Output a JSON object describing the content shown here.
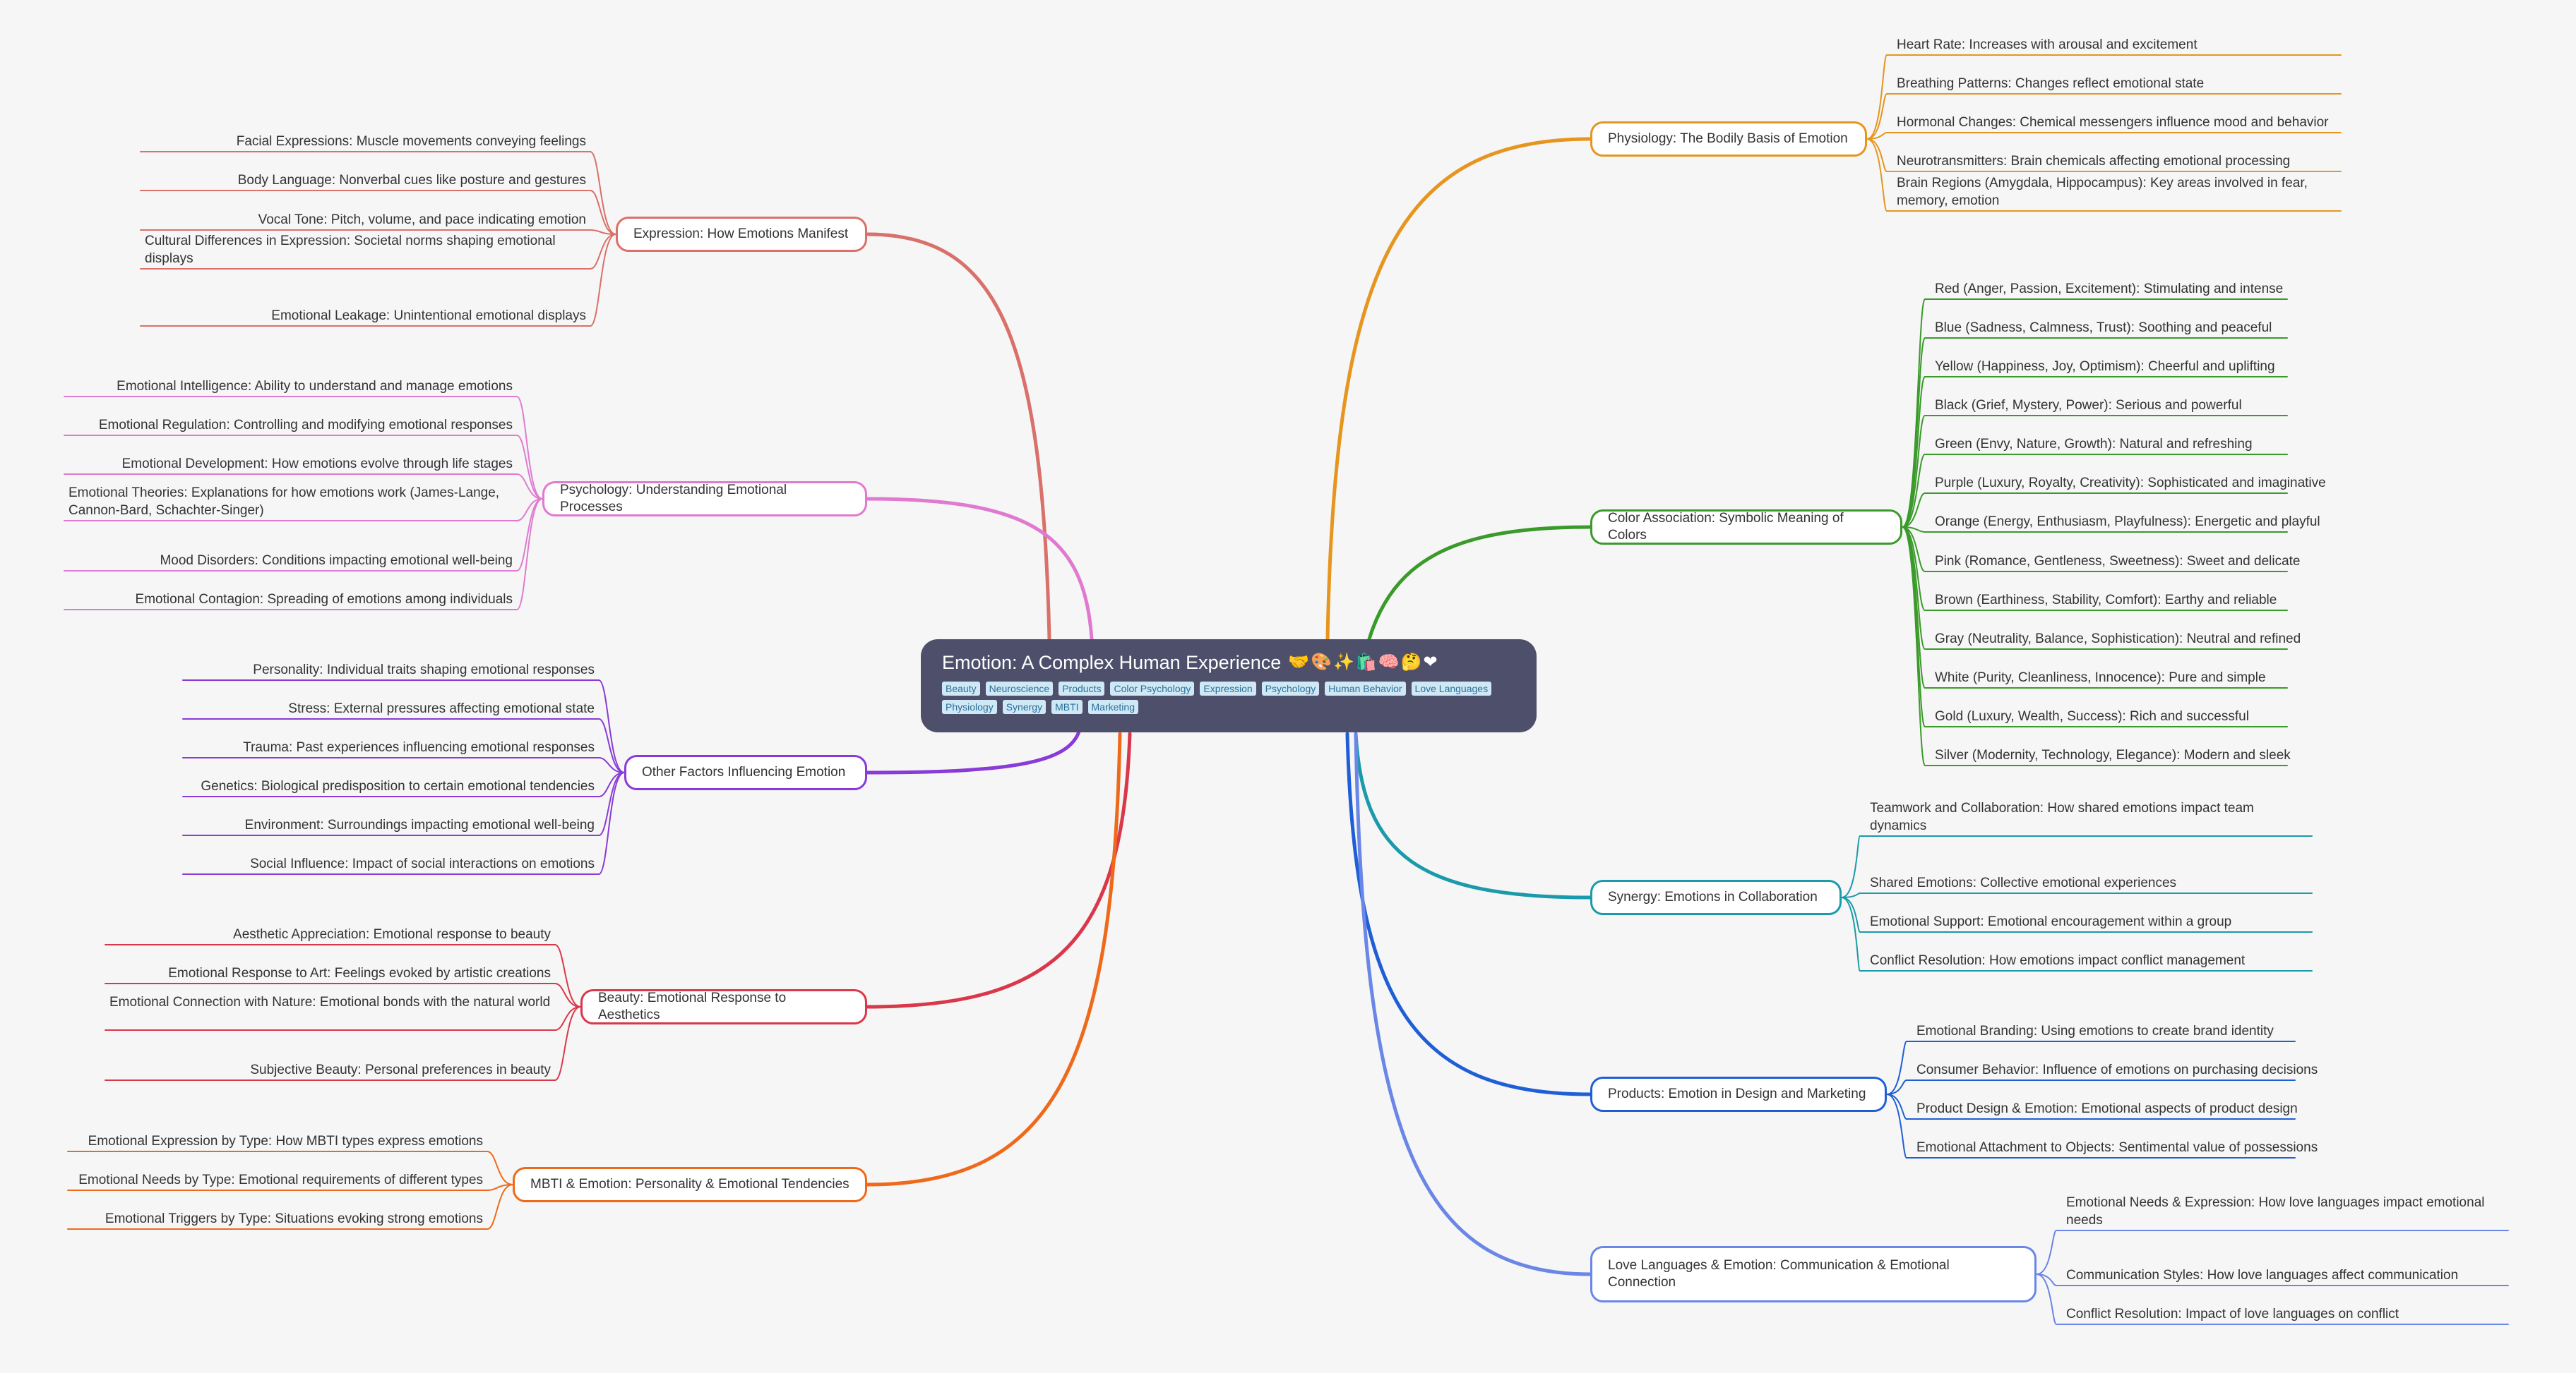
{
  "root": {
    "title": "Emotion: A Complex Human Experience",
    "emoji": "🤝🎨✨🛍️🧠🤔❤",
    "tags": [
      "Beauty",
      "Neuroscience",
      "Products",
      "Color Psychology",
      "Expression",
      "Psychology",
      "Human Behavior",
      "Love Languages",
      "Physiology",
      "Synergy",
      "MBTI",
      "Marketing"
    ]
  },
  "branches": [
    {
      "id": "physiology",
      "side": "right",
      "color": "#e6951f",
      "title": "Physiology: The Bodily Basis of Emotion",
      "children": [
        "Heart Rate: Increases with arousal and excitement",
        "Breathing Patterns: Changes reflect emotional state",
        "Hormonal Changes: Chemical messengers influence mood and behavior",
        "Neurotransmitters: Brain chemicals affecting emotional processing",
        "Brain Regions (Amygdala, Hippocampus): Key areas involved in fear, memory, emotion"
      ]
    },
    {
      "id": "color",
      "side": "right",
      "color": "#3a9a2a",
      "title": "Color Association: Symbolic Meaning of Colors",
      "children": [
        "Red (Anger, Passion, Excitement): Stimulating and intense",
        "Blue (Sadness, Calmness, Trust): Soothing and peaceful",
        "Yellow (Happiness, Joy, Optimism): Cheerful and uplifting",
        "Black (Grief, Mystery, Power): Serious and powerful",
        "Green (Envy, Nature, Growth): Natural and refreshing",
        "Purple (Luxury, Royalty, Creativity): Sophisticated and imaginative",
        "Orange (Energy, Enthusiasm, Playfulness): Energetic and playful",
        "Pink (Romance, Gentleness, Sweetness): Sweet and delicate",
        "Brown (Earthiness, Stability, Comfort): Earthy and reliable",
        "Gray (Neutrality, Balance, Sophistication): Neutral and refined",
        "White (Purity, Cleanliness, Innocence): Pure and simple",
        "Gold (Luxury, Wealth, Success): Rich and successful",
        "Silver (Modernity, Technology, Elegance): Modern and sleek"
      ]
    },
    {
      "id": "synergy",
      "side": "right",
      "color": "#1a9aaa",
      "title": "Synergy: Emotions in Collaboration",
      "children": [
        "Teamwork and Collaboration: How shared emotions impact team dynamics",
        "Shared Emotions: Collective emotional experiences",
        "Emotional Support: Emotional encouragement within a group",
        "Conflict Resolution: How emotions impact conflict management"
      ]
    },
    {
      "id": "products",
      "side": "right",
      "color": "#1f5fd6",
      "title": "Products: Emotion in Design and Marketing",
      "children": [
        "Emotional Branding: Using emotions to create brand identity",
        "Consumer Behavior: Influence of emotions on purchasing decisions",
        "Product Design & Emotion: Emotional aspects of product design",
        "Emotional Attachment to Objects: Sentimental value of possessions"
      ]
    },
    {
      "id": "love",
      "side": "right",
      "color": "#6a86e6",
      "title": "Love Languages & Emotion: Communication & Emotional Connection",
      "children": [
        "Emotional Needs & Expression: How love languages impact emotional needs",
        "Communication Styles: How love languages affect communication",
        "Conflict Resolution:  Impact of love languages on conflict"
      ]
    },
    {
      "id": "expression",
      "side": "left",
      "color": "#d9706a",
      "title": "Expression: How Emotions Manifest",
      "children": [
        "Facial Expressions:  Muscle movements conveying feelings",
        "Body Language: Nonverbal cues like posture and gestures",
        "Vocal Tone: Pitch, volume, and pace indicating emotion",
        "Cultural Differences in Expression: Societal norms shaping emotional displays",
        "Emotional Leakage: Unintentional emotional displays"
      ]
    },
    {
      "id": "psychology",
      "side": "left",
      "color": "#e07ad0",
      "title": "Psychology: Understanding Emotional Processes",
      "children": [
        "Emotional Intelligence: Ability to understand and manage emotions",
        "Emotional Regulation: Controlling and modifying emotional responses",
        "Emotional Development: How emotions evolve through life stages",
        "Emotional Theories: Explanations for how emotions work (James-Lange, Cannon-Bard, Schachter-Singer)",
        "Mood Disorders: Conditions impacting emotional well-being",
        "Emotional Contagion: Spreading of emotions among individuals"
      ]
    },
    {
      "id": "other",
      "side": "left",
      "color": "#8a3ad6",
      "title": "Other Factors Influencing Emotion",
      "children": [
        "Personality: Individual traits shaping emotional responses",
        "Stress: External pressures affecting emotional state",
        "Trauma: Past experiences influencing emotional responses",
        "Genetics: Biological predisposition to certain emotional tendencies",
        "Environment: Surroundings impacting emotional well-being",
        "Social Influence: Impact of social interactions on emotions"
      ]
    },
    {
      "id": "beauty",
      "side": "left",
      "color": "#d9384a",
      "title": "Beauty: Emotional Response to Aesthetics",
      "children": [
        "Aesthetic Appreciation: Emotional response to beauty",
        "Emotional Response to Art: Feelings evoked by artistic creations",
        "Emotional Connection with Nature: Emotional bonds with the natural world",
        "Subjective Beauty: Personal preferences in beauty"
      ]
    },
    {
      "id": "mbti",
      "side": "left",
      "color": "#ee6a1a",
      "title": "MBTI & Emotion: Personality & Emotional Tendencies",
      "children": [
        "Emotional Expression by Type: How MBTI types express emotions",
        "Emotional Needs by Type: Emotional requirements of different types",
        "Emotional Triggers by Type: Situations evoking strong emotions"
      ]
    }
  ]
}
